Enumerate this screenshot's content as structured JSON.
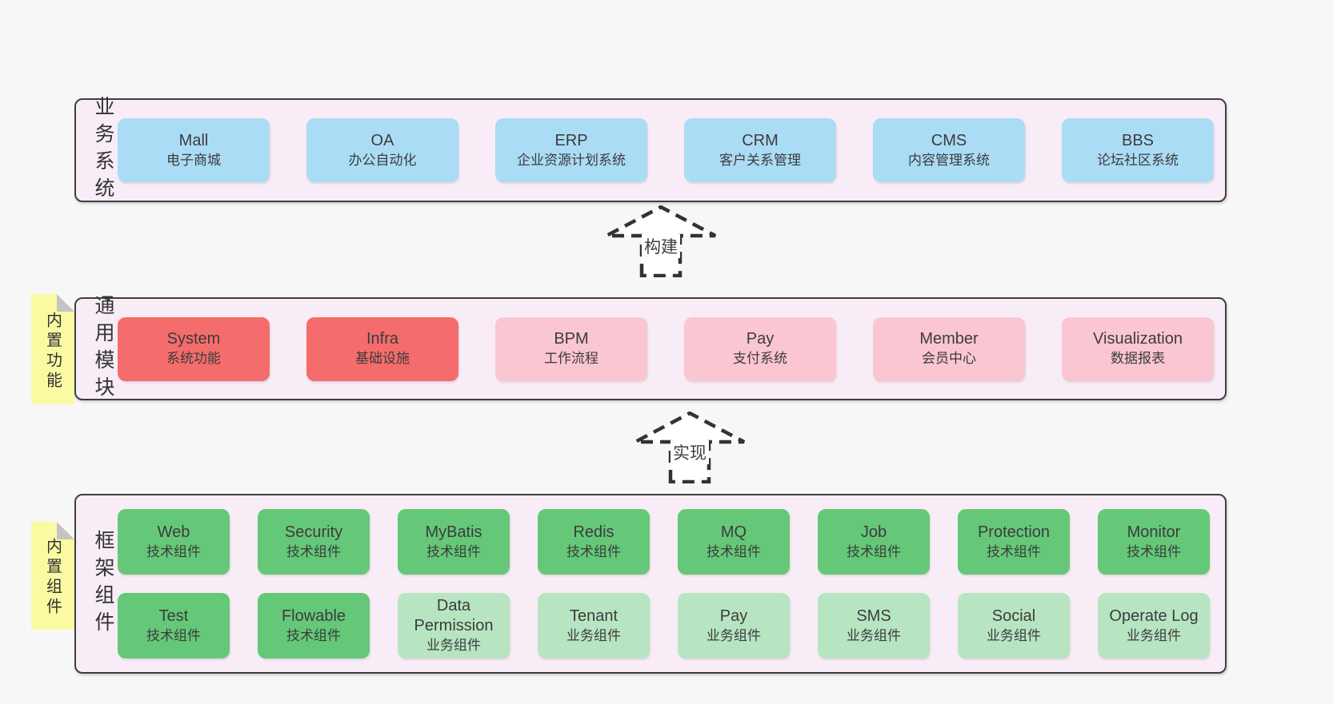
{
  "layers": {
    "business": {
      "label": "业务系统",
      "rows": [
        [
          {
            "en": "Mall",
            "zh": "电子商城",
            "variant": "blue"
          },
          {
            "en": "OA",
            "zh": "办公自动化",
            "variant": "blue"
          },
          {
            "en": "ERP",
            "zh": "企业资源计划系统",
            "variant": "blue"
          },
          {
            "en": "CRM",
            "zh": "客户关系管理",
            "variant": "blue"
          },
          {
            "en": "CMS",
            "zh": "内容管理系统",
            "variant": "blue"
          },
          {
            "en": "BBS",
            "zh": "论坛社区系统",
            "variant": "blue"
          }
        ]
      ]
    },
    "modules": {
      "label": "通用模块",
      "sticky": "内置功能",
      "rows": [
        [
          {
            "en": "System",
            "zh": "系统功能",
            "variant": "red"
          },
          {
            "en": "Infra",
            "zh": "基础设施",
            "variant": "red"
          },
          {
            "en": "BPM",
            "zh": "工作流程",
            "variant": "pink"
          },
          {
            "en": "Pay",
            "zh": "支付系统",
            "variant": "pink"
          },
          {
            "en": "Member",
            "zh": "会员中心",
            "variant": "pink"
          },
          {
            "en": "Visualization",
            "zh": "数据报表",
            "variant": "pink"
          }
        ]
      ]
    },
    "components": {
      "label": "框架组件",
      "sticky": "内置组件",
      "rows": [
        [
          {
            "en": "Web",
            "zh": "技术组件",
            "variant": "green"
          },
          {
            "en": "Security",
            "zh": "技术组件",
            "variant": "green"
          },
          {
            "en": "MyBatis",
            "zh": "技术组件",
            "variant": "green"
          },
          {
            "en": "Redis",
            "zh": "技术组件",
            "variant": "green"
          },
          {
            "en": "MQ",
            "zh": "技术组件",
            "variant": "green"
          },
          {
            "en": "Job",
            "zh": "技术组件",
            "variant": "green"
          },
          {
            "en": "Protection",
            "zh": "技术组件",
            "variant": "green"
          },
          {
            "en": "Monitor",
            "zh": "技术组件",
            "variant": "green"
          }
        ],
        [
          {
            "en": "Test",
            "zh": "技术组件",
            "variant": "green"
          },
          {
            "en": "Flowable",
            "zh": "技术组件",
            "variant": "green"
          },
          {
            "en": "Data Permission",
            "zh": "业务组件",
            "variant": "lightgreen"
          },
          {
            "en": "Tenant",
            "zh": "业务组件",
            "variant": "lightgreen"
          },
          {
            "en": "Pay",
            "zh": "业务组件",
            "variant": "lightgreen"
          },
          {
            "en": "SMS",
            "zh": "业务组件",
            "variant": "lightgreen"
          },
          {
            "en": "Social",
            "zh": "业务组件",
            "variant": "lightgreen"
          },
          {
            "en": "Operate Log",
            "zh": "业务组件",
            "variant": "lightgreen"
          }
        ]
      ]
    }
  },
  "arrows": {
    "build": "构建",
    "implement": "实现"
  },
  "colors": {
    "blue": "#abdcf6",
    "red": "#f56c6c",
    "pink": "#fac6d1",
    "green": "#65c878",
    "lightgreen": "#b7e5c2",
    "container_bg": "#f8edf6",
    "sticky_yellow": "#fafaa3",
    "border": "#3f3f3f"
  }
}
